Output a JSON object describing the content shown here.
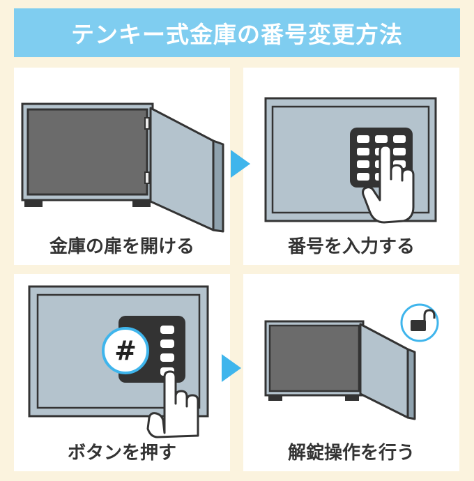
{
  "title": "テンキー式金庫の番号変更方法",
  "steps": [
    {
      "caption": "金庫の扉を開ける"
    },
    {
      "caption": "番号を入力する"
    },
    {
      "caption": "ボタンを押す"
    },
    {
      "caption": "解錠操作を行う"
    }
  ],
  "hash_symbol": "#",
  "colors": {
    "background": "#fbf3de",
    "banner": "#7fcdf0",
    "arrow": "#3fb5ec",
    "safe_body": "#b4c3cd",
    "safe_interior": "#6b6b6b",
    "keypad": "#333333"
  }
}
